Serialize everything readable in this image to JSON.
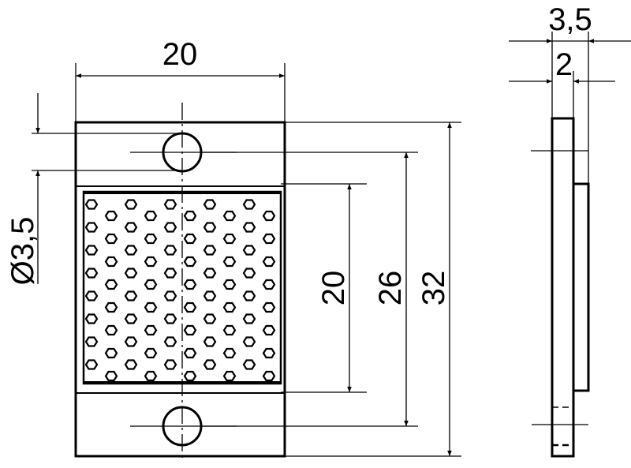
{
  "front_view": {
    "width_label": "20",
    "hole_diameter_label": "Ø3,5",
    "reflector_height_label": "20",
    "hole_spacing_label": "26",
    "total_height_label": "32"
  },
  "side_view": {
    "total_thickness_label": "3,5",
    "plate_thickness_label": "2"
  },
  "colors": {
    "line": "#000000",
    "background": "#ffffff"
  }
}
